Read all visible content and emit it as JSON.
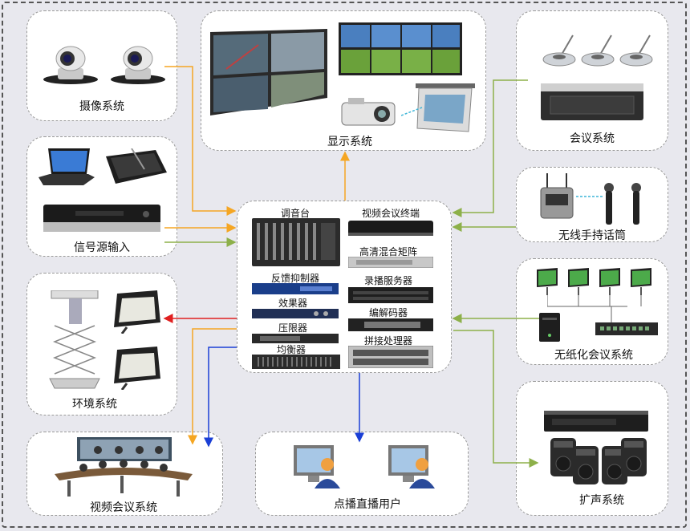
{
  "diagram": {
    "center_title": "调音台",
    "systems": {
      "camera": "摄像系统",
      "display": "显示系统",
      "conference": "会议系统",
      "signal": "信号源输入",
      "wireless": "无线手持话筒",
      "environment": "环境系统",
      "paperless": "无纸化会议系统",
      "video_conf": "视频会议系统",
      "vod": "点播直播用户",
      "pa": "扩声系统"
    },
    "devices": {
      "feedback": "反馈抑制器",
      "effects": "效果器",
      "compressor": "压限器",
      "equalizer": "均衡器",
      "vc_terminal": "视频会议终端",
      "hd_matrix": "高清混合矩阵",
      "recorder": "录播服务器",
      "codec": "编解码器",
      "splicer": "拼接处理器"
    },
    "colors": {
      "orange": "#f5a623",
      "green": "#8db04a",
      "red": "#e02020",
      "blue": "#1a3fd6",
      "cyan": "#3fb6d8"
    }
  }
}
